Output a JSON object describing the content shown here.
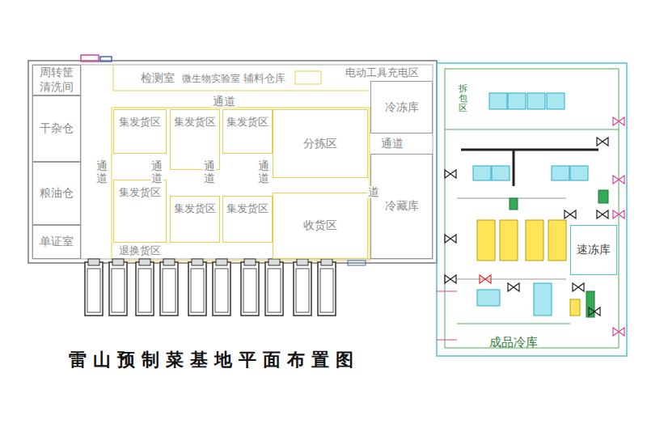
{
  "diagram": {
    "title": "雷山预制菜基地平面布置图",
    "nodes": [
      {
        "text": [
          "周转筐清洗间"
        ]
      },
      {
        "text": [
          "检测室"
        ]
      },
      {
        "text": [
          "微生物实验室"
        ]
      },
      {
        "text": [
          "辅料仓库"
        ]
      },
      {
        "text": [
          "电动工具充电区"
        ]
      },
      {
        "text": [
          "干杂仓"
        ]
      },
      {
        "text": [
          "集发货区"
        ]
      },
      {
        "text": [
          "集发货区"
        ]
      },
      {
        "text": [
          "集发货区"
        ]
      },
      {
        "text": [
          "分拣区"
        ]
      },
      {
        "text": [
          "冷冻库"
        ]
      },
      {
        "text": [
          "粮油仓"
        ]
      },
      {
        "text": [
          "集发货区"
        ]
      },
      {
        "text": [
          "集发货区"
        ]
      },
      {
        "text": [
          "集发货区"
        ]
      },
      {
        "text": [
          "收货区"
        ]
      },
      {
        "text": [
          "冷藏库"
        ]
      },
      {
        "text": [
          "单证室"
        ]
      },
      {
        "text": [
          "退换货区"
        ]
      },
      {
        "text": [
          "拆包区"
        ]
      },
      {
        "text": [
          "速冻库"
        ]
      },
      {
        "text": [
          "成品冷库"
        ]
      }
    ],
    "labels": [
      "通道",
      "通道",
      "通道",
      "通道",
      "通道",
      "通道",
      "道"
    ]
  }
}
